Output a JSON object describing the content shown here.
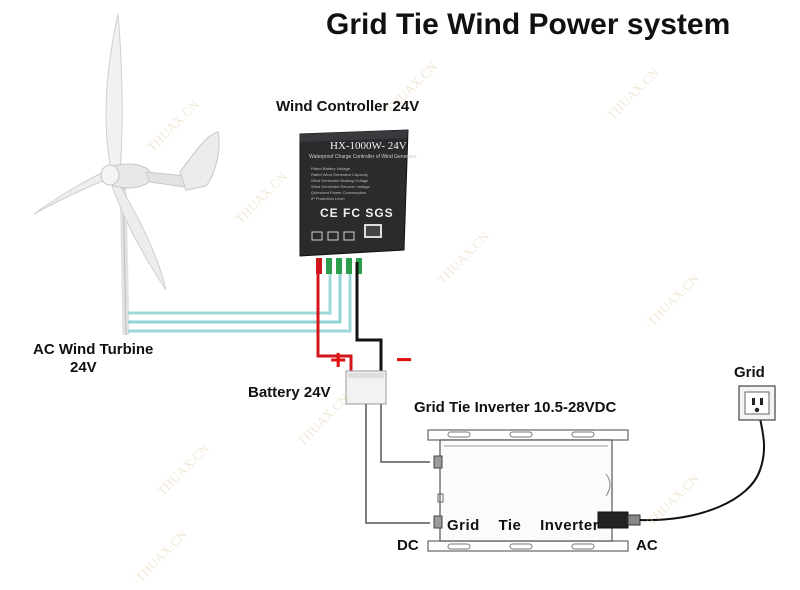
{
  "title": "Grid Tie Wind Power system",
  "labels": {
    "controller": "Wind Controller 24V",
    "turbine_line1": "AC Wind Turbine",
    "turbine_line2": "24V",
    "battery": "Battery 24V",
    "inverter": "Grid Tie Inverter 10.5-28VDC",
    "grid": "Grid",
    "dc": "DC",
    "ac": "AC",
    "plus": "+",
    "minus": "−"
  },
  "controller_panel": {
    "model": "HX-1000W- 24V",
    "subtitle": "Waterproof Charge Controller of Wind Generator",
    "certifications": "CE  FC SGS",
    "specs": [
      "Rated Battery Voltage",
      "Rated Wind Generator Capacity",
      "Wind Generator Braking Voltage",
      "Wind Generator Recover Voltage",
      "Quiescent Power Consumption",
      "IP Protection Level"
    ]
  },
  "inverter_panel": {
    "text": "Grid Tie Inverter"
  },
  "watermark": "THUAX.CN",
  "colors": {
    "positive_wire": "#d4151b",
    "negative_wire": "#111111",
    "ac_wire": "#8fd3d3",
    "controller_body": "#2b2b2e",
    "green_terminal": "#2e9e4e",
    "inverter_outline": "#555555"
  }
}
